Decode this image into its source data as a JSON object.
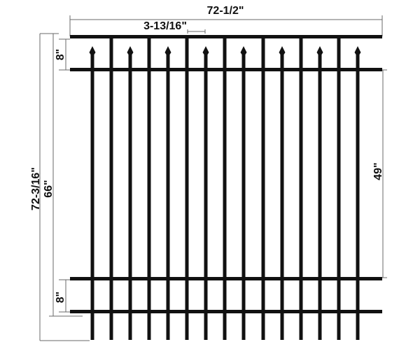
{
  "diagram": {
    "dimensions": {
      "overall_width": "72-1/2\"",
      "picket_spacing": "3-13/16\"",
      "top_rail_spacing": "8\"",
      "bottom_rail_spacing": "8\"",
      "overall_height": "72-3/16\"",
      "picket_height": "66\"",
      "middle_span": "49\""
    },
    "colors": {
      "metal": "#111111",
      "dimension_line": "#6a6a6a",
      "background": "#ffffff"
    }
  }
}
